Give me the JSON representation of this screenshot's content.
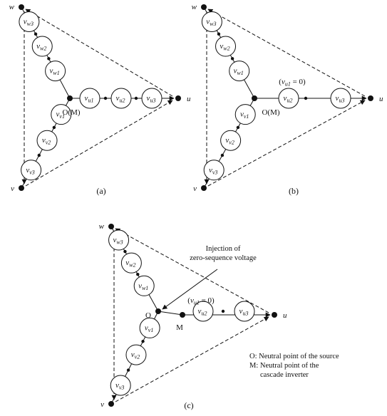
{
  "diagrams": [
    {
      "caption": "(a)",
      "vertex_labels": {
        "w": "w",
        "v": "v",
        "u": "u"
      },
      "center_label": "O(M)",
      "u_label": null,
      "nodes": {
        "w": [
          {
            "base": "v",
            "sub": "w1"
          },
          {
            "base": "v",
            "sub": "w2"
          },
          {
            "base": "v",
            "sub": "w3"
          }
        ],
        "v": [
          {
            "base": "v",
            "sub": "v1"
          },
          {
            "base": "v",
            "sub": "v2"
          },
          {
            "base": "v",
            "sub": "v3"
          }
        ],
        "u": [
          {
            "base": "v",
            "sub": "u1"
          },
          {
            "base": "v",
            "sub": "u2"
          },
          {
            "base": "v",
            "sub": "u3"
          }
        ]
      }
    },
    {
      "caption": "(b)",
      "vertex_labels": {
        "w": "w",
        "v": "v",
        "u": "u"
      },
      "center_label": "O(M)",
      "u_label": {
        "open": "(",
        "base": "v",
        "sub": "u1",
        "rest": " = 0)"
      },
      "nodes": {
        "w": [
          {
            "base": "v",
            "sub": "w1"
          },
          {
            "base": "v",
            "sub": "w2"
          },
          {
            "base": "v",
            "sub": "w3"
          }
        ],
        "v": [
          {
            "base": "v",
            "sub": "v1"
          },
          {
            "base": "v",
            "sub": "v2"
          },
          {
            "base": "v",
            "sub": "v3"
          }
        ],
        "u": [
          {
            "base": "v",
            "sub": "u2"
          },
          {
            "base": "v",
            "sub": "u3"
          }
        ]
      }
    },
    {
      "caption": "(c)",
      "vertex_labels": {
        "w": "w",
        "v": "v",
        "u": "u"
      },
      "center_label": "O",
      "m_label": "M",
      "u_label": {
        "open": "(",
        "base": "v",
        "sub": "u1",
        "rest": " = 0)"
      },
      "nodes": {
        "w": [
          {
            "base": "v",
            "sub": "w1"
          },
          {
            "base": "v",
            "sub": "w2"
          },
          {
            "base": "v",
            "sub": "w3"
          }
        ],
        "v": [
          {
            "base": "v",
            "sub": "v1"
          },
          {
            "base": "v",
            "sub": "v2"
          },
          {
            "base": "v",
            "sub": "v3"
          }
        ],
        "u": [
          {
            "base": "v",
            "sub": "u2"
          },
          {
            "base": "v",
            "sub": "u3"
          }
        ]
      },
      "annotation": [
        "Injection of",
        "zero-sequence voltage"
      ],
      "legend": [
        "O: Neutral point of the source",
        "M: Neutral point of the",
        "cascade inverter"
      ]
    }
  ]
}
